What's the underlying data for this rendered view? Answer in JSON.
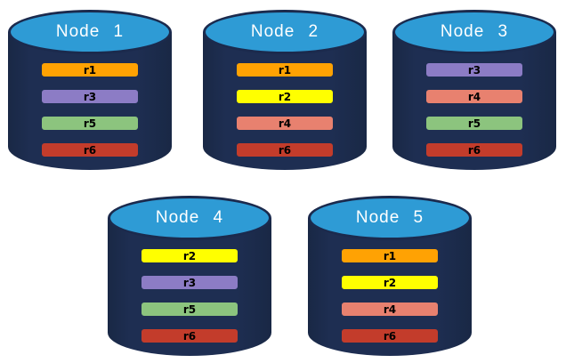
{
  "diagram": {
    "nodes": [
      {
        "label": "Node 1",
        "replicas": [
          "r1",
          "r3",
          "r5",
          "r6"
        ]
      },
      {
        "label": "Node 2",
        "replicas": [
          "r1",
          "r2",
          "r4",
          "r6"
        ]
      },
      {
        "label": "Node 3",
        "replicas": [
          "r3",
          "r4",
          "r5",
          "r6"
        ]
      },
      {
        "label": "Node 4",
        "replicas": [
          "r2",
          "r3",
          "r5",
          "r6"
        ]
      },
      {
        "label": "Node 5",
        "replicas": [
          "r1",
          "r2",
          "r4",
          "r6"
        ]
      }
    ],
    "replica_colors": {
      "r1": "#FFA203",
      "r2": "#FFFF00",
      "r3": "#8C7CC5",
      "r4": "#E8816F",
      "r5": "#8CC47E",
      "r6": "#C33C2B"
    },
    "colors": {
      "cylinder_body": "#1E2E52",
      "cylinder_body_dark": "#192845",
      "cylinder_top": "#2E9BD5",
      "cylinder_outline": "#1B2A4D",
      "background": "#FFFFFF"
    }
  }
}
